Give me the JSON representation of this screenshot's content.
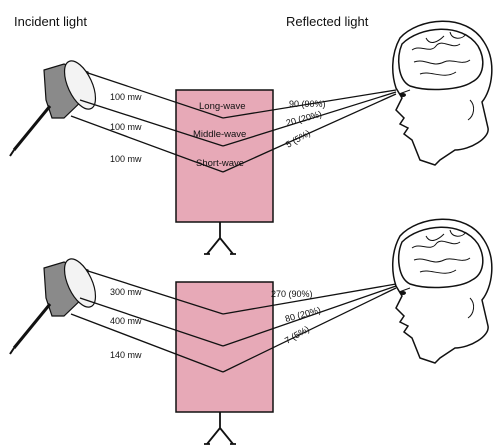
{
  "headers": {
    "incident": "Incident light",
    "reflected": "Reflected light"
  },
  "wave_labels": {
    "long": "Long-wave",
    "middle": "Middle-wave",
    "short": "Short-wave"
  },
  "panels": [
    {
      "incident": [
        "100 mw",
        "100 mw",
        "100 mw"
      ],
      "reflected": [
        "90 (90%)",
        "20 (20%)",
        "5 (5%)"
      ]
    },
    {
      "incident": [
        "300 mw",
        "400 mw",
        "140 mw"
      ],
      "reflected": [
        "270 (90%)",
        "80 (20%)",
        "7 (5%)"
      ]
    }
  ],
  "colors": {
    "surface": "#e7a9b7",
    "lamp": "#8a8a8a",
    "ink": "#111111"
  }
}
